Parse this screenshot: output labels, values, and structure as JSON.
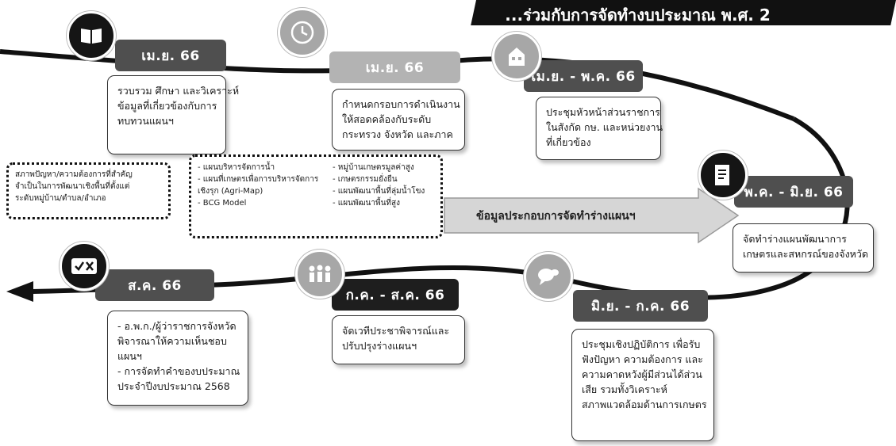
{
  "header": {
    "title": "...ร่วมกับการจัดทำงบประมาณ พ.ศ. 2"
  },
  "steps": [
    {
      "date": "เม.ย. 66",
      "lines": [
        "รวบรวม ศึกษา และวิเคราะห์",
        "ข้อมูลที่เกี่ยวข้องกับการ",
        "ทบทวนแผนฯ"
      ]
    },
    {
      "date": "เม.ย. 66",
      "lines": [
        "กำหนดกรอบการดำเนินงาน",
        "ให้สอดคล้องกับระดับ",
        "กระทรวง จังหวัด และภาค"
      ]
    },
    {
      "date": "เม.ย. - พ.ค. 66",
      "lines": [
        "ประชุมหัวหน้าส่วนราชการ",
        "ในสังกัด กษ. และหน่วยงาน",
        "ที่เกี่ยวข้อง"
      ]
    },
    {
      "date": "พ.ค. - มิ.ย. 66",
      "lines": [
        "จัดทำร่างแผนพัฒนาการ",
        "เกษตรและสหกรณ์ของจังหวัด"
      ]
    },
    {
      "date": "มิ.ย. - ก.ค. 66",
      "lines": [
        "ประชุมเชิงปฏิบัติการ เพื่อรับ",
        "ฟังปัญหา ความต้องการ และ",
        "ความคาดหวังผู้มีส่วนได้ส่วน",
        "เสีย รวมทั้งวิเคราะห์",
        "สภาพแวดล้อมด้านการเกษตร"
      ]
    },
    {
      "date": "ก.ค. - ส.ค. 66",
      "lines": [
        "จัดเวทีประชาพิจารณ์และ",
        "ปรับปรุงร่างแผนฯ"
      ]
    },
    {
      "date": "ส.ค. 66",
      "lines": [
        "- อ.พ.ก./ผู้ว่าราชการจังหวัด",
        "พิจารณาให้ความเห็นชอบ",
        "แผนฯ",
        "- การจัดทำคำของบประมาณ",
        "ประจำปีงบประมาณ 2568"
      ]
    }
  ],
  "info_box_1": {
    "lines": [
      "สภาพปัญหา/ความต้องการที่สำคัญ",
      "จำเป็นในการพัฒนาเชิงพื้นที่ตั้งแต่",
      "ระดับหมู่บ้าน/ตำบล/อำเภอ"
    ]
  },
  "info_box_2": {
    "left": [
      "- แผนบริหารจัดการน้ำ",
      "- แผนที่เกษตรเพื่อการบริหารจัดการ",
      "เชิงรุก (Agri-Map)",
      "- BCG Model"
    ],
    "right": [
      "- หมู่บ้านเกษตรมูลค่าสูง",
      "- เกษตรกรรมยั่งยืน",
      "- แผนพัฒนาพื้นที่ลุ่มน้ำโขง",
      "- แผนพัฒนาพื้นที่สูง"
    ]
  },
  "arrow_label": "ข้อมูลประกอบการจัดทำร่างแผนฯ",
  "icons": [
    "book-icon",
    "clock-icon",
    "building-icon",
    "document-icon",
    "speech-bubble-icon",
    "people-icon",
    "check-cross-icon"
  ],
  "colors": {
    "dark_tag": "#4f4f4f",
    "light_tag": "#b3b3b3",
    "black_tag": "#1e1e1e",
    "line": "#111111"
  }
}
